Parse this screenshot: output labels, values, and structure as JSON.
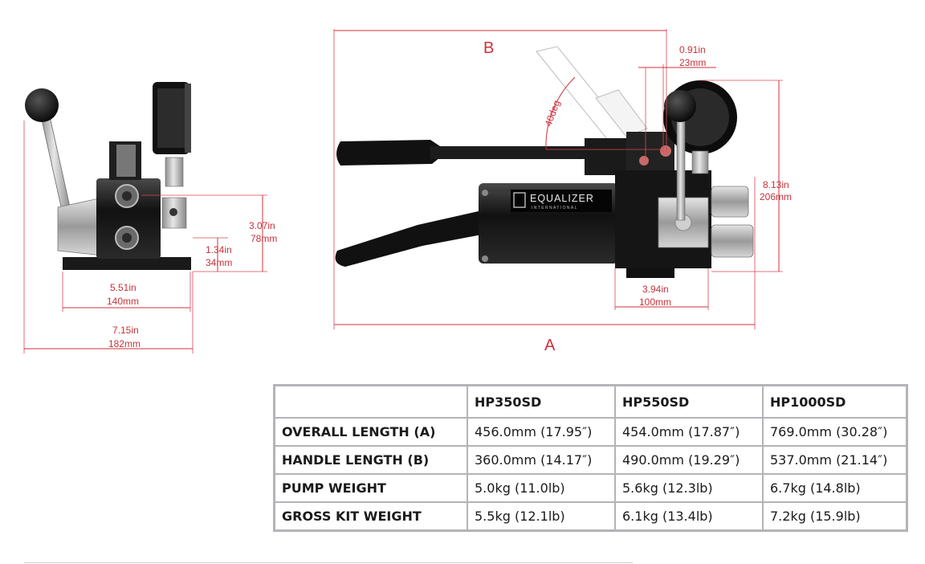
{
  "drawing": {
    "side_view": {
      "dim_height_in": "3.07in",
      "dim_height_mm": "78mm",
      "dim_port_in": "1.34in",
      "dim_port_mm": "34mm",
      "dim_base_in": "5.51in",
      "dim_base_mm": "140mm",
      "dim_width_in": "7.15in",
      "dim_width_mm": "182mm"
    },
    "front_view": {
      "label_b": "B",
      "label_a": "A",
      "angle_label": "40deg",
      "dim_gauge_in": "0.91in",
      "dim_gauge_mm": "23mm",
      "dim_height_in": "8.13in",
      "dim_height_mm": "206mm",
      "dim_block_in": "3.94in",
      "dim_block_mm": "100mm",
      "brand_text": "EQUALIZER",
      "brand_subtext": "INTERNATIONAL"
    }
  },
  "spec_table": {
    "columns": [
      "",
      "HP350SD",
      "HP550SD",
      "HP1000SD"
    ],
    "rows": [
      {
        "label": "OVERALL LENGTH (A)",
        "values": [
          "456.0mm (17.95″)",
          "454.0mm (17.87″)",
          "769.0mm  (30.28″)"
        ]
      },
      {
        "label": "HANDLE LENGTH (B)",
        "values": [
          "360.0mm (14.17″)",
          "490.0mm (19.29″)",
          "537.0mm (21.14″)"
        ]
      },
      {
        "label": "PUMP WEIGHT",
        "values": [
          "5.0kg (11.0lb)",
          "5.6kg (12.3lb)",
          "6.7kg (14.8lb)"
        ]
      },
      {
        "label": "GROSS KIT WEIGHT",
        "values": [
          "5.5kg (12.1lb)",
          "6.1kg (13.4lb)",
          "7.2kg (15.9lb)"
        ]
      }
    ]
  }
}
